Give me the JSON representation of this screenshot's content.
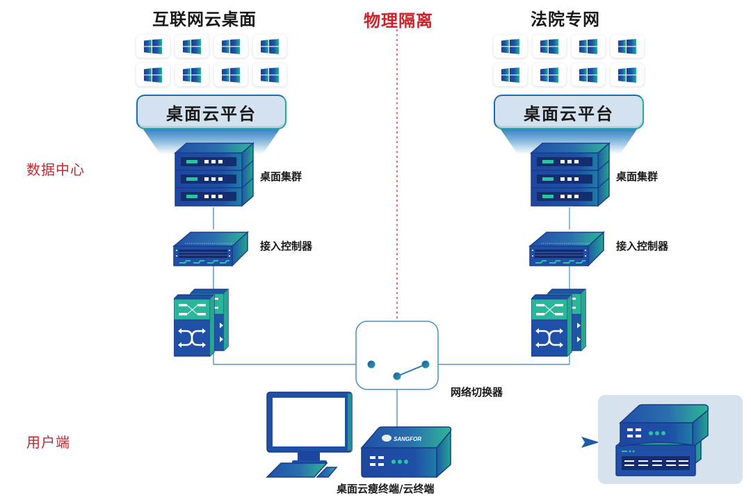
{
  "zones": {
    "data_center_label": "数据中心",
    "user_side_label": "用户端",
    "isolation_label": "物理隔离"
  },
  "left_network": {
    "title": "互联网云桌面",
    "platform_label": "桌面云平台",
    "cluster_label": "桌面集群",
    "controller_label": "接入控制器",
    "desktop_tiles": 8
  },
  "right_network": {
    "title": "法院专网",
    "platform_label": "桌面云平台",
    "cluster_label": "桌面集群",
    "controller_label": "接入控制器",
    "desktop_tiles": 8
  },
  "switcher": {
    "label": "网络切换器"
  },
  "endpoint": {
    "label": "桌面云瘦终端/云终端",
    "brand": "SANGFOR"
  },
  "colors": {
    "accent_red": "#c8242c",
    "device_blue": "#1f4fa3",
    "device_teal": "#2bb59a",
    "line_blue": "#3a7bb5",
    "platform_fill": "#d3e2ee"
  }
}
